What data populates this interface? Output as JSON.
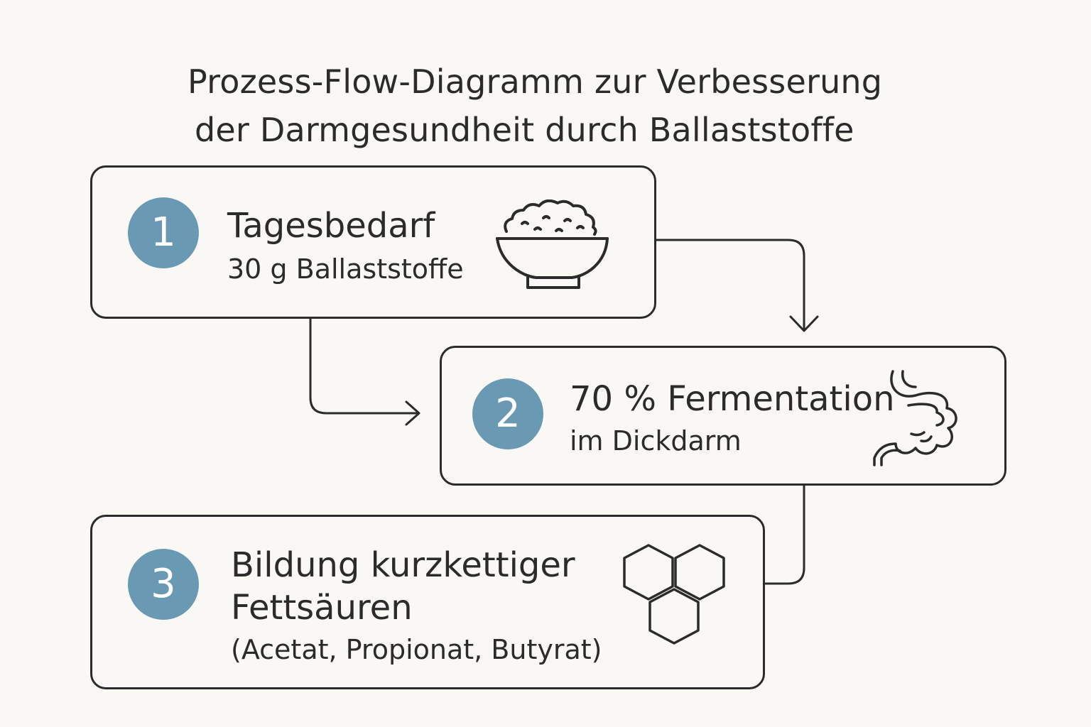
{
  "title": {
    "line1": "Prozess-Flow-Diagramm zur Verbesserung",
    "line2": "der Darmgesundheit durch Ballaststoffe"
  },
  "steps": [
    {
      "number": "1",
      "heading": "Tagesbedarf",
      "sub": "30 g Ballaststoffe",
      "icon": "bowl-icon"
    },
    {
      "number": "2",
      "heading": "70 % Fermentation",
      "sub": "im Dickdarm",
      "icon": "intestine-icon"
    },
    {
      "number": "3",
      "heading_line1": "Bildung kurzkettiger",
      "heading_line2": "Fettsäuren",
      "sub": "(Acetat, Propionat, Butyrat)",
      "icon": "molecule-hexagon-icon"
    }
  ],
  "colors": {
    "badge": "#6a9ab3",
    "stroke": "#2b2b2b",
    "background": "#faf8f4"
  }
}
